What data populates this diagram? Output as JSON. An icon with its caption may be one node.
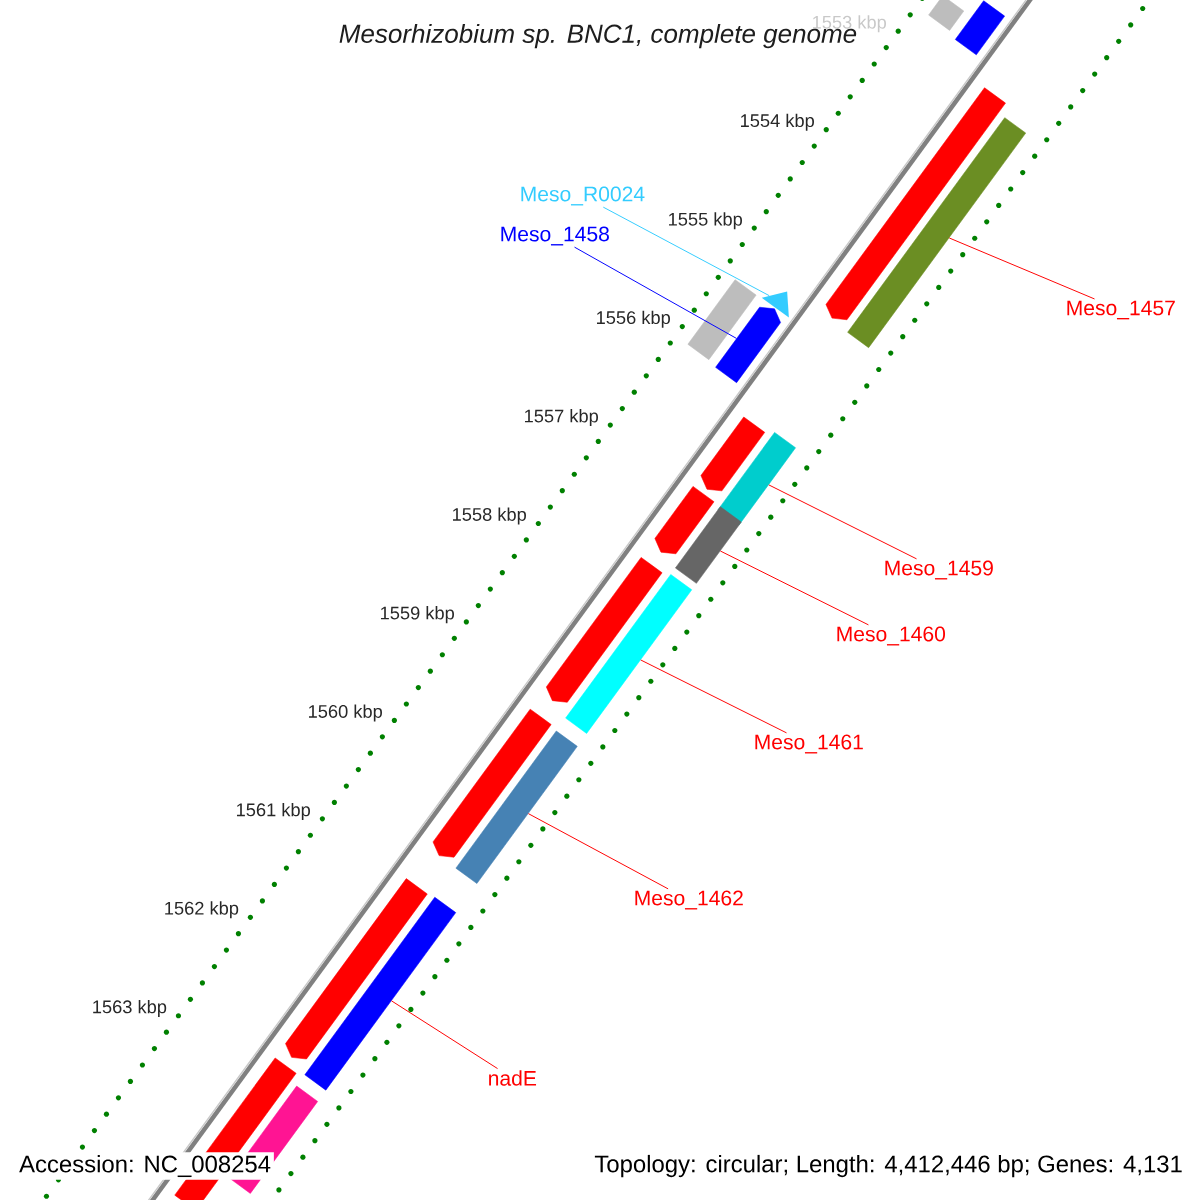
{
  "diagram": {
    "title": "Mesorhizobium sp. BNC1, complete genome",
    "nodes": [
      {
        "text": [
          "Meso_R0024"
        ]
      },
      {
        "text": [
          "Meso_1458"
        ]
      },
      {
        "text": [
          "Meso_1457"
        ]
      },
      {
        "text": [
          "Meso_1459"
        ]
      },
      {
        "text": [
          "Meso_1460"
        ]
      },
      {
        "text": [
          "Meso_1461"
        ]
      },
      {
        "text": [
          "Meso_1462"
        ]
      },
      {
        "text": [
          "nadE"
        ]
      },
      {
        "text": [],
        "shape": "bar"
      },
      {
        "text": [],
        "shape": "bar"
      },
      {
        "text": [],
        "shape": "bar"
      },
      {
        "text": [],
        "shape": "bar"
      },
      {
        "text": [],
        "shape": "triangle"
      },
      {
        "text": [],
        "shape": "bar"
      },
      {
        "text": [],
        "shape": "bar"
      },
      {
        "text": [],
        "shape": "bar"
      },
      {
        "text": [],
        "shape": "bar"
      },
      {
        "text": [],
        "shape": "bar"
      },
      {
        "text": [],
        "shape": "bar"
      },
      {
        "text": [],
        "shape": "bar"
      },
      {
        "text": [],
        "shape": "bar"
      },
      {
        "text": [],
        "shape": "bar"
      },
      {
        "text": [],
        "shape": "bar"
      },
      {
        "text": [],
        "shape": "bar"
      },
      {
        "text": [],
        "shape": "bar"
      },
      {
        "text": [],
        "shape": "bar"
      },
      {
        "text": [],
        "shape": "bar"
      }
    ],
    "edges": [
      {
        "from": 0,
        "to": 12,
        "arrow": "none",
        "color": "#33ccff"
      },
      {
        "from": 1,
        "to": 14,
        "arrow": "none",
        "color": "#0000ff"
      },
      {
        "from": 2,
        "to": 11,
        "arrow": "none"
      },
      {
        "from": 3,
        "to": 16,
        "arrow": "none"
      },
      {
        "from": 4,
        "to": 18,
        "arrow": "none"
      },
      {
        "from": 5,
        "to": 20,
        "arrow": "none"
      },
      {
        "from": 6,
        "to": 22,
        "arrow": "none"
      },
      {
        "from": 7,
        "to": 24,
        "arrow": "none"
      }
    ],
    "labels": [
      "1553 kbp",
      "1554 kbp",
      "1555 kbp",
      "1556 kbp",
      "1557 kbp",
      "1558 kbp",
      "1559 kbp",
      "1560 kbp",
      "1561 kbp",
      "1562 kbp",
      "1563 kbp",
      "Accession: NC_008254",
      "Topology: circular; Length: 4,412,446 bp; Genes: 4,131"
    ]
  }
}
